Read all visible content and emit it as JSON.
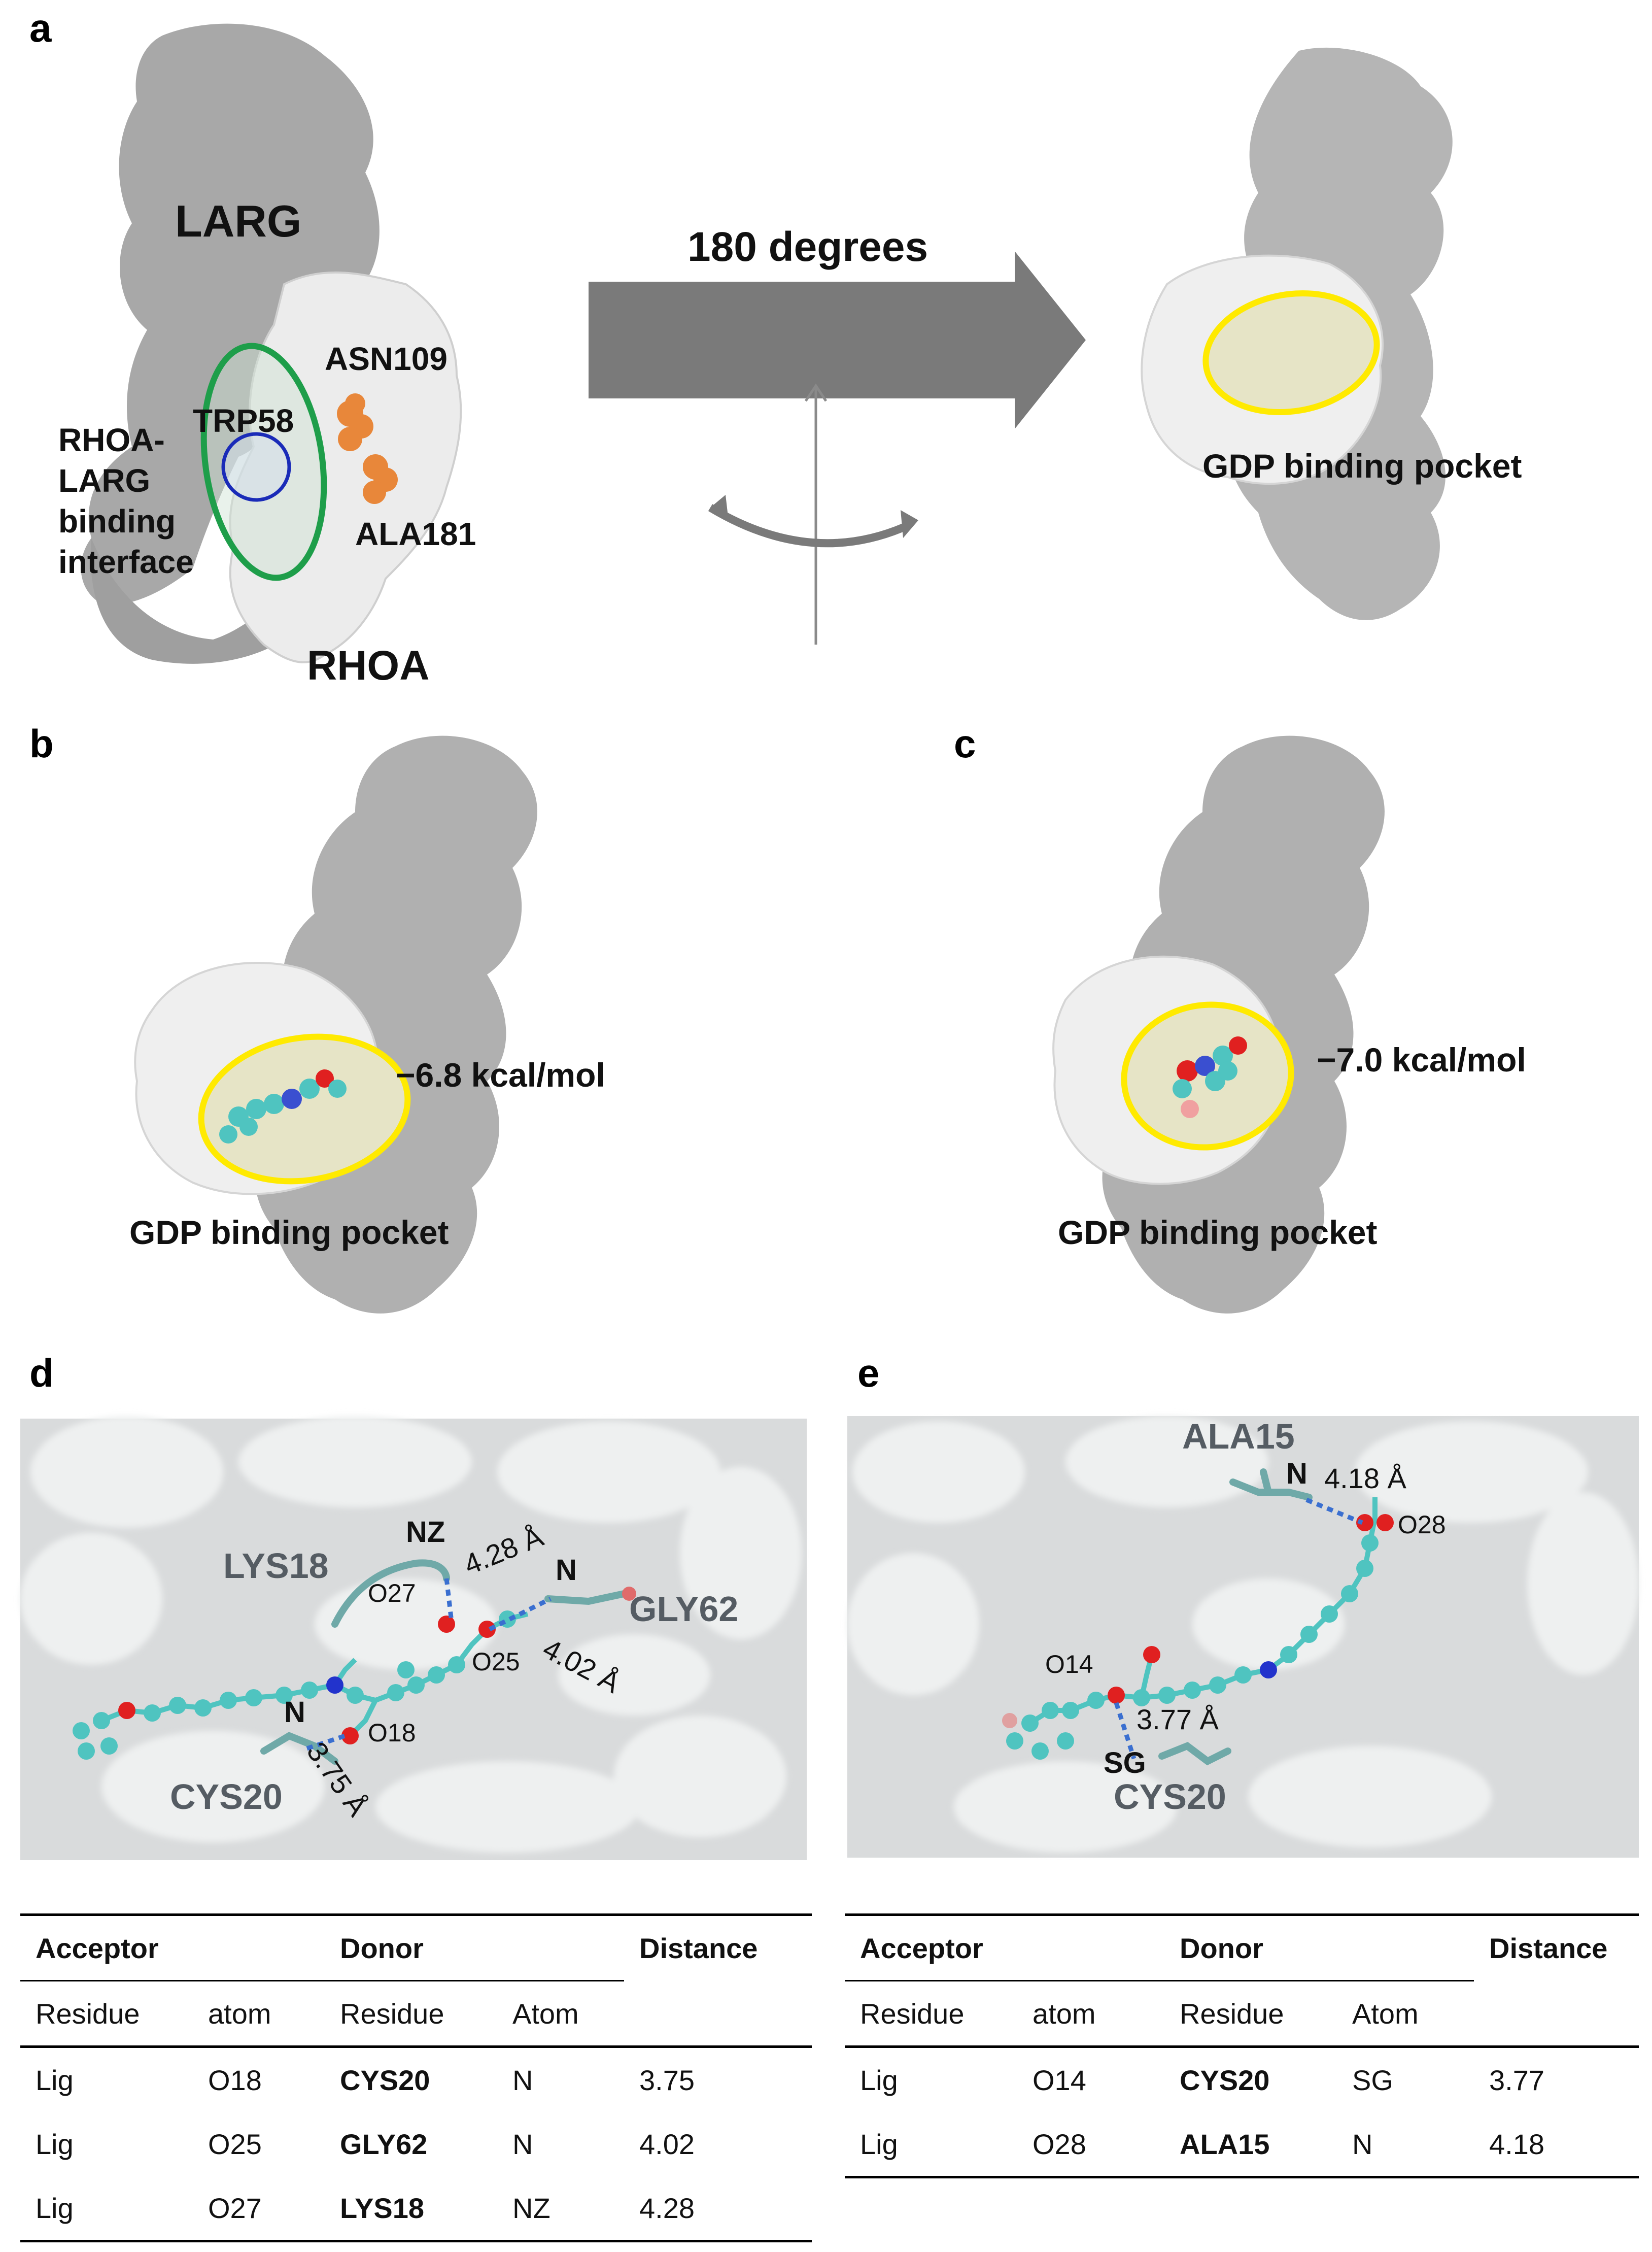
{
  "panels": {
    "a": "a",
    "b": "b",
    "c": "c",
    "d": "d",
    "e": "e"
  },
  "panel_a": {
    "larg": "LARG",
    "rhoa": "RHOA",
    "asn109": "ASN109",
    "ala181": "ALA181",
    "trp58": "TRP58",
    "interface_lines": [
      "RHOA-",
      "LARG",
      "binding",
      "interface"
    ],
    "rotation": "180 degrees",
    "pocket": "GDP binding pocket"
  },
  "panel_b": {
    "energy": "−6.8 kcal/mol",
    "pocket": "GDP binding pocket"
  },
  "panel_c": {
    "energy": "−7.0 kcal/mol",
    "pocket": "GDP binding pocket"
  },
  "panel_d": {
    "lys18": "LYS18",
    "gly62": "GLY62",
    "cys20": "CYS20",
    "nz": "NZ",
    "n1": "N",
    "n2": "N",
    "o27": "O27",
    "o25": "O25",
    "o18": "O18",
    "d1": "4.28 Å",
    "d2": "4.02 Å",
    "d3": "3.75 Å"
  },
  "panel_e": {
    "ala15": "ALA15",
    "cys20": "CYS20",
    "n": "N",
    "sg": "SG",
    "o14": "O14",
    "o28": "O28",
    "d1": "4.18 Å",
    "d2": "3.77 Å"
  },
  "table_d": {
    "h_acceptor": "Acceptor",
    "h_donor": "Donor",
    "h_distance": "Distance",
    "sub": [
      "Residue",
      "atom",
      "Residue",
      "Atom"
    ],
    "rows": [
      [
        "Lig",
        "O18",
        "CYS20",
        "N",
        "3.75"
      ],
      [
        "Lig",
        "O25",
        "GLY62",
        "N",
        "4.02"
      ],
      [
        "Lig",
        "O27",
        "LYS18",
        "NZ",
        "4.28"
      ]
    ]
  },
  "table_e": {
    "h_acceptor": "Acceptor",
    "h_donor": "Donor",
    "h_distance": "Distance",
    "sub": [
      "Residue",
      "atom",
      "Residue",
      "Atom"
    ],
    "rows": [
      [
        "Lig",
        "O14",
        "CYS20",
        "SG",
        "3.77"
      ],
      [
        "Lig",
        "O28",
        "ALA15",
        "N",
        "4.18"
      ]
    ]
  },
  "colors": {
    "larg": "#a9a9a9",
    "rhoa": "#eeeeee",
    "pocket": "#e6e4c6",
    "ellipse_yellow": "#ffea00",
    "ellipse_green": "#1e9e4a",
    "circle_blue": "#1a2bb8",
    "arrow": "#7a7a7a",
    "residue_orange": "#e8873a",
    "ligand_cyan": "#4fc4c0",
    "oxygen": "#e02020",
    "nitrogen": "#2233cc",
    "hbond": "#3a6fd0"
  }
}
